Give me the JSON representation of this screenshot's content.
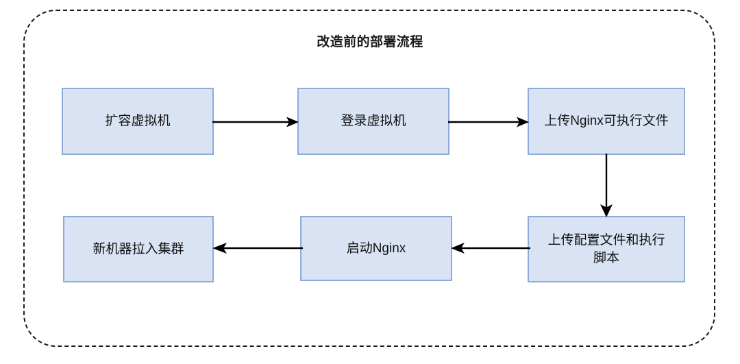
{
  "diagram": {
    "title": "改造前的部署流程",
    "frame": {
      "style": "dashed-rounded-rectangle",
      "stroke_color": "#1a1a1a"
    },
    "node_fill_color": "#dae3f3",
    "node_border_color": "#8eaadb",
    "connector_color": "#000000",
    "nodes": [
      {
        "id": "expand-vm",
        "label": "扩容虚拟机"
      },
      {
        "id": "login-vm",
        "label": "登录虚拟机"
      },
      {
        "id": "upload-bin",
        "label": "上传Nginx可执行文件"
      },
      {
        "id": "upload-conf",
        "label": "上传配置文件和执行\n脚本"
      },
      {
        "id": "start-nginx",
        "label": "启动Nginx"
      },
      {
        "id": "join-cluster",
        "label": "新机器拉入集群"
      }
    ],
    "connectors": [
      {
        "id": "conn-1",
        "from": "expand-vm",
        "to": "login-vm",
        "direction": "right"
      },
      {
        "id": "conn-2",
        "from": "login-vm",
        "to": "upload-bin",
        "direction": "right"
      },
      {
        "id": "conn-3",
        "from": "upload-bin",
        "to": "upload-conf",
        "direction": "down"
      },
      {
        "id": "conn-4",
        "from": "upload-conf",
        "to": "start-nginx",
        "direction": "left"
      },
      {
        "id": "conn-5",
        "from": "start-nginx",
        "to": "join-cluster",
        "direction": "left"
      }
    ]
  }
}
